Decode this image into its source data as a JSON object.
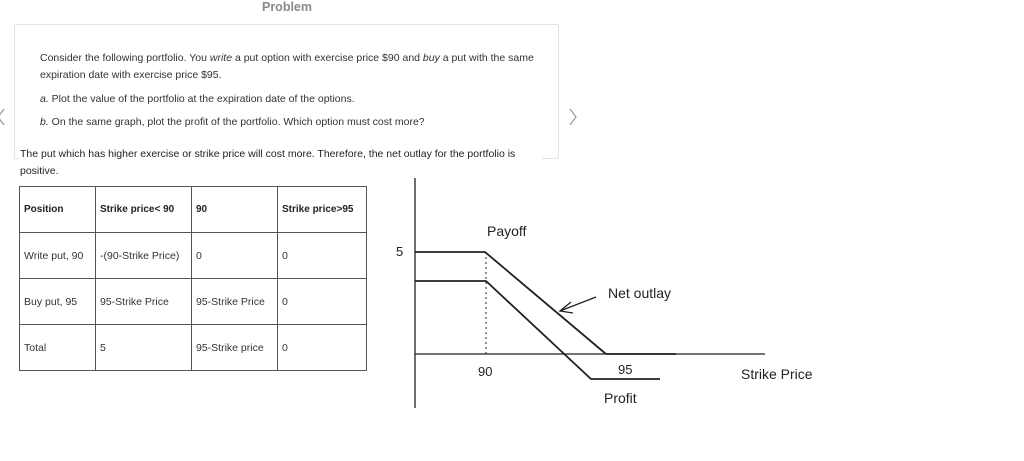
{
  "header": {
    "title": "Problem"
  },
  "problem": {
    "intro_1": "Consider the following portfolio. You ",
    "intro_write": "write",
    "intro_2": " a put option with exercise price $90 and ",
    "intro_buy": "buy",
    "intro_3": " a put with the same expiration date with exercise price $95.",
    "part_a_letter": "a.",
    "part_a": " Plot the value of the portfolio at the expiration date of the options.",
    "part_b_letter": "b.",
    "part_b": " On the same graph, plot the profit of the portfolio. Which option must cost more?"
  },
  "answer": {
    "text": "The put which has higher exercise or strike price will cost more. Therefore, the net outlay for the portfolio is positive."
  },
  "table": {
    "headers": [
      "Position",
      "Strike price< 90",
      "90",
      "Strike price>95"
    ],
    "rows": [
      [
        "Write put, 90",
        "-(90-Strike Price)",
        "0",
        "0"
      ],
      [
        "Buy put, 95",
        "95-Strike Price",
        "95-Strike Price",
        "0"
      ],
      [
        "Total",
        "5",
        "95-Strike price",
        "0"
      ]
    ]
  },
  "diagram": {
    "y_tick": "5",
    "payoff_label": "Payoff",
    "net_outlay_label": "Net outlay",
    "profit_label": "Profit",
    "x_tick_90": "90",
    "x_tick_95": "95",
    "x_axis_label": "Strike Price"
  },
  "nav": {
    "left_icon": "chevron-left-icon",
    "right_icon": "chevron-right-icon"
  }
}
